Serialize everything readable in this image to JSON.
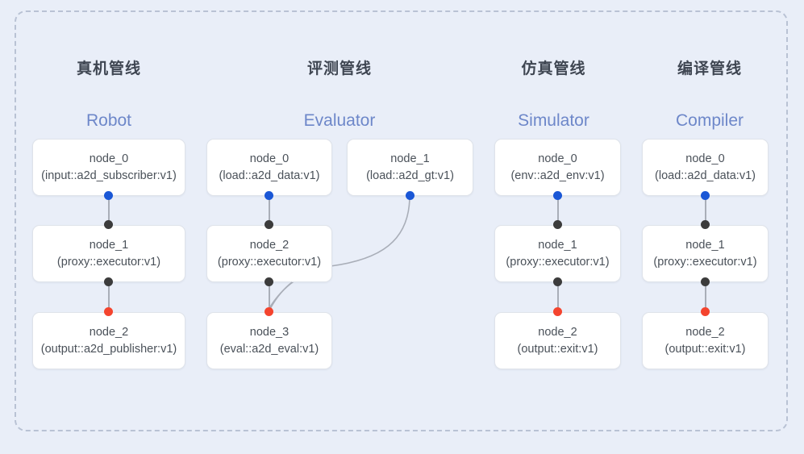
{
  "canvas": {
    "background": "#e9eef8",
    "frame_border_color": "#b9c2d4"
  },
  "palette": {
    "port_input": "#1a57d6",
    "port_mid": "#3c3c3c",
    "port_output": "#f4442e",
    "edge": "#a9aeb8",
    "node_bg": "#ffffff",
    "node_border": "#dfe3ea",
    "title_cn": "#3f4652",
    "title_en": "#6d87c9"
  },
  "columns": [
    {
      "id": "robot",
      "title_cn": "真机管线",
      "title_en": "Robot",
      "nodes": [
        {
          "name": "node_0",
          "type": "(input::a2d_subscriber:v1)"
        },
        {
          "name": "node_1",
          "type": "(proxy::executor:v1)"
        },
        {
          "name": "node_2",
          "type": "(output::a2d_publisher:v1)"
        }
      ]
    },
    {
      "id": "evaluator",
      "title_cn": "评测管线",
      "title_en": "Evaluator",
      "nodes": [
        {
          "name": "node_0",
          "type": "(load::a2d_data:v1)"
        },
        {
          "name": "node_2",
          "type": "(proxy::executor:v1)"
        },
        {
          "name": "node_3",
          "type": "(eval::a2d_eval:v1)"
        },
        {
          "name": "node_1",
          "type": "(load::a2d_gt:v1)"
        }
      ]
    },
    {
      "id": "simulator",
      "title_cn": "仿真管线",
      "title_en": "Simulator",
      "nodes": [
        {
          "name": "node_0",
          "type": "(env::a2d_env:v1)"
        },
        {
          "name": "node_1",
          "type": "(proxy::executor:v1)"
        },
        {
          "name": "node_2",
          "type": "(output::exit:v1)"
        }
      ]
    },
    {
      "id": "compiler",
      "title_cn": "编译管线",
      "title_en": "Compiler",
      "nodes": [
        {
          "name": "node_0",
          "type": "(load::a2d_data:v1)"
        },
        {
          "name": "node_1",
          "type": "(proxy::executor:v1)"
        },
        {
          "name": "node_2",
          "type": "(output::exit:v1)"
        }
      ]
    }
  ]
}
